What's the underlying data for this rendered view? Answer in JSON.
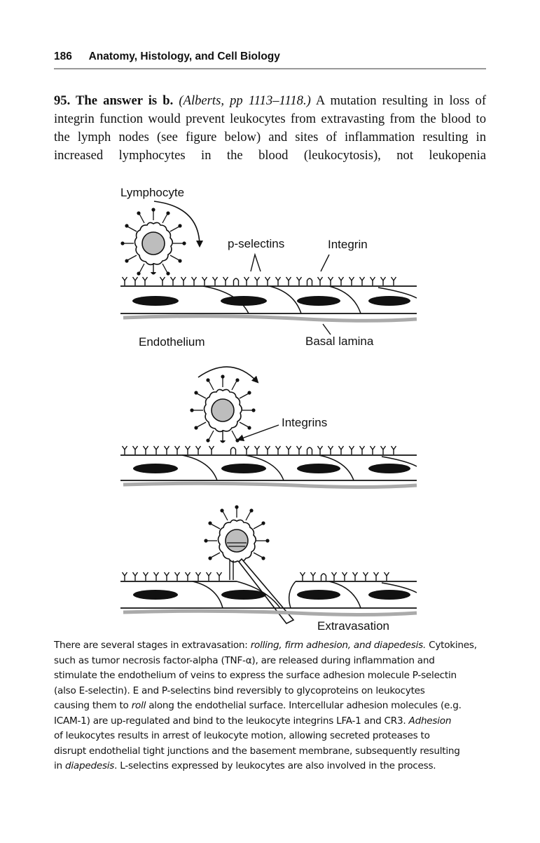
{
  "header": {
    "page_number": "186",
    "book_title": "Anatomy, Histology, and Cell Biology"
  },
  "answer": {
    "label": "95.  The answer is b.",
    "citation": "(Alberts, pp 1113–1118.)",
    "text": "A mutation resulting in loss of integrin function would prevent leukocytes from extravasting from the blood to the lymph nodes (see figure below) and sites of inflammation resulting in increased lymphocytes in the blood (leukocytosis), not leukopenia"
  },
  "figure": {
    "labels": {
      "lymphocyte": "Lymphocyte",
      "p_selectins": "p-selectins",
      "integrin": "Integrin",
      "endothelium": "Endothelium",
      "basal_lamina": "Basal lamina",
      "integrins": "Integrins",
      "extravasation": "Extravasation"
    }
  },
  "caption": {
    "l1a": "There are several stages in extravasation: ",
    "l1b": "rolling, firm adhesion, and diapedesis.",
    "l1c": " Cytokines,",
    "l2": "such as tumor necrosis factor-alpha (TNF-α), are released during inflammation and",
    "l3": "stimulate the endothelium of veins to express the surface adhesion molecule P-selectin",
    "l4": "(also E-selectin). E and P-selectins bind reversibly to glycoproteins on leukocytes",
    "l5a": "causing them to ",
    "l5b": "roll",
    "l5c": " along the endothelial surface. Intercellular adhesion molecules (e.g.",
    "l6a": "ICAM-1) are up-regulated and bind to the leukocyte integrins LFA-1 and CR3. ",
    "l6b": "Adhesion",
    "l7": "of leukocytes results in arrest of leukocyte motion, allowing secreted proteases to",
    "l8": "disrupt endothelial tight junctions and the basement membrane, subsequently resulting",
    "l9a": "in ",
    "l9b": "diapedesis",
    "l9c": ". L-selectins expressed by leukocytes are also involved in the process."
  }
}
